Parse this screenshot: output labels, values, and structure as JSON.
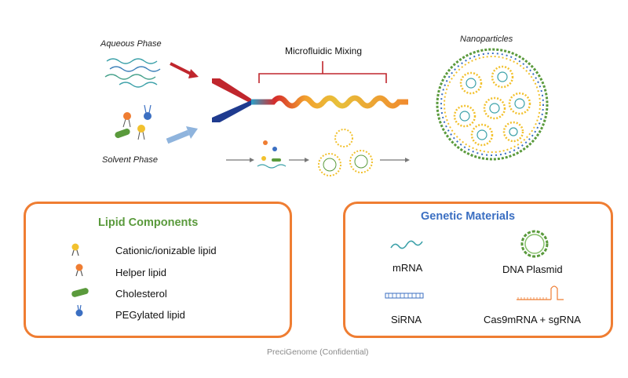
{
  "diagram": {
    "aqueous_phase": "Aqueous Phase",
    "solvent_phase": "Solvent Phase",
    "microfluidic_mixing": "Microfluidic Mixing",
    "nanoparticles": "Nanoparticles"
  },
  "lipid_panel": {
    "title": "Lipid Components",
    "title_color": "#5a9a3c",
    "border_color": "#ef7d32",
    "items": [
      {
        "label": "Cationic/ionizable lipid",
        "icon": "yellow-lipid-icon",
        "color": "#f2c12e"
      },
      {
        "label": "Helper lipid",
        "icon": "orange-lipid-icon",
        "color": "#ef7d32"
      },
      {
        "label": "Cholesterol",
        "icon": "cholesterol-icon",
        "color": "#5a9a3c"
      },
      {
        "label": "PEGylated lipid",
        "icon": "blue-lipid-icon",
        "color": "#3b6fc2"
      }
    ]
  },
  "genetic_panel": {
    "title": "Genetic Materials",
    "title_color": "#3b6fc2",
    "border_color": "#ef7d32",
    "items": [
      {
        "label": "mRNA",
        "icon": "mrna-icon"
      },
      {
        "label": "DNA Plasmid",
        "icon": "dna-plasmid-icon"
      },
      {
        "label": "SiRNA",
        "icon": "sirna-icon"
      },
      {
        "label": "Cas9mRNA + sgRNA",
        "icon": "cas9-sgrna-icon"
      }
    ]
  },
  "footer": "PreciGenome (Confidential)"
}
